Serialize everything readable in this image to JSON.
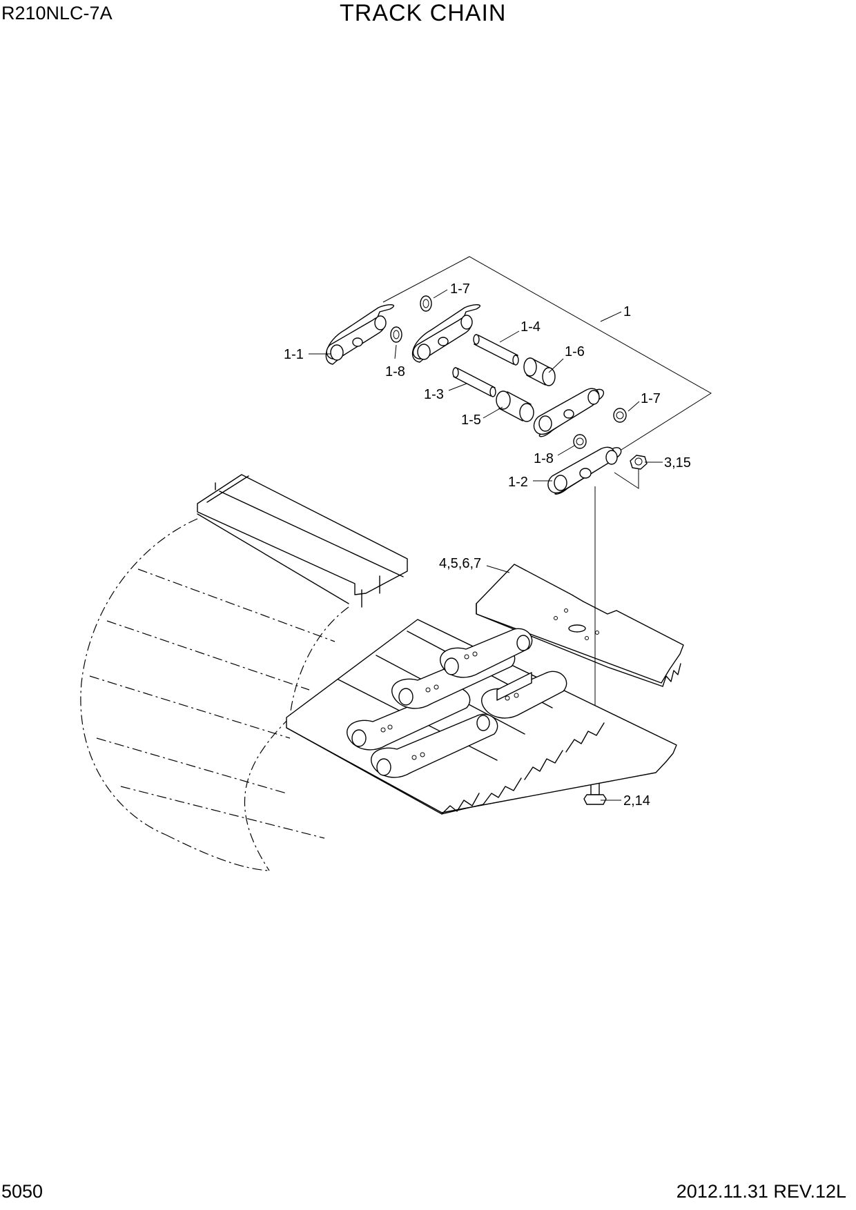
{
  "header": {
    "model": "R210NLC-7A",
    "title": "TRACK CHAIN"
  },
  "footer": {
    "page_number": "5050",
    "revision": "2012.11.31  REV.12L"
  },
  "callouts": {
    "c1": "1",
    "c1_1": "1-1",
    "c1_2": "1-2",
    "c1_3": "1-3",
    "c1_4": "1-4",
    "c1_5": "1-5",
    "c1_6": "1-6",
    "c1_7a": "1-7",
    "c1_7b": "1-7",
    "c1_8a": "1-8",
    "c1_8b": "1-8",
    "c3_15": "3,15",
    "c4_7": "4,5,6,7",
    "c2_14": "2,14"
  }
}
